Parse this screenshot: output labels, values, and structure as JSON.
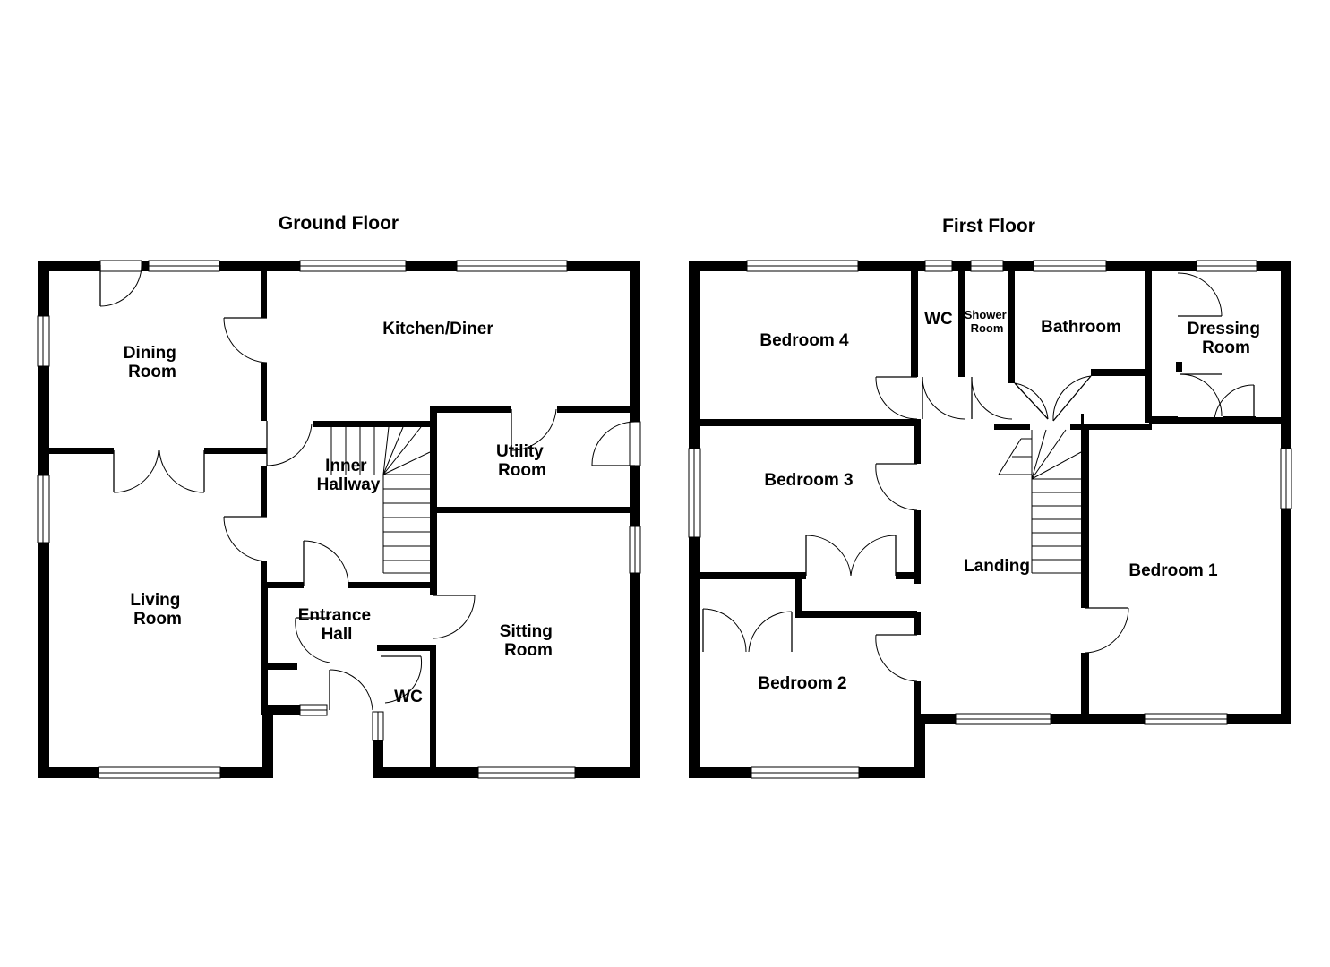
{
  "floors": [
    {
      "title": "Ground Floor"
    },
    {
      "title": "First Floor"
    }
  ],
  "rooms": {
    "dining_room": [
      "Dining",
      "Room"
    ],
    "kitchen_diner": [
      "Kitchen/Diner"
    ],
    "inner_hallway": [
      "Inner",
      "Hallway"
    ],
    "utility_room": [
      "Utility",
      "Room"
    ],
    "living_room": [
      "Living",
      "Room"
    ],
    "entrance_hall": [
      "Entrance",
      "Hall"
    ],
    "ground_wc": [
      "WC"
    ],
    "sitting_room": [
      "Sitting",
      "Room"
    ],
    "bedroom_4": [
      "Bedroom 4"
    ],
    "first_wc": [
      "WC"
    ],
    "shower_room": [
      "Shower",
      "Room"
    ],
    "bathroom": [
      "Bathroom"
    ],
    "dressing_room": [
      "Dressing",
      "Room"
    ],
    "bedroom_3": [
      "Bedroom 3"
    ],
    "landing": [
      "Landing"
    ],
    "bedroom_1": [
      "Bedroom 1"
    ],
    "bedroom_2": [
      "Bedroom 2"
    ]
  }
}
